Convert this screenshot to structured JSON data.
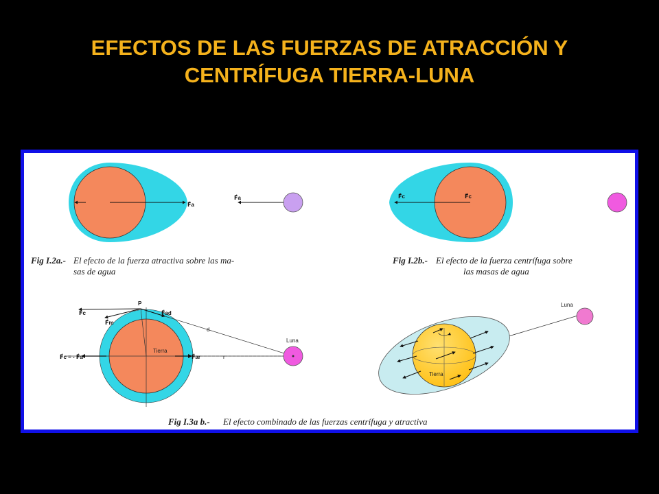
{
  "title": {
    "line1": "EFECTOS DE LAS FUERZAS DE ATRACCIÓN Y",
    "line2": "CENTRÍFUGA TIERRA-LUNA"
  },
  "colors": {
    "title": "#f5b21c",
    "frame": "#1010e8",
    "water": "#33d6e6",
    "earth": "#f4885c",
    "moon_a": "#c9a0f0",
    "moon_b": "#f05ae0",
    "moon_c": "#f07ad0",
    "earth_sphere": "#ffc21a",
    "water_ellipse": "#c8ecf0"
  },
  "fig_2a": {
    "force_label_earth": "F⃗a",
    "force_label_moon": "F⃗a",
    "caption_bold": "Fig I.2a.-",
    "caption_line1": "El efecto de la fuerza atractiva sobre las ma-",
    "caption_line2": "sas de agua"
  },
  "fig_2b": {
    "force_label_left": "F⃗c",
    "force_label_center": "F⃗c",
    "caption_bold": "Fig I.2b.-",
    "caption_line1": "El efecto de la fuerza centrífuga sobre",
    "caption_line2": "las masas de agua"
  },
  "fig_3a": {
    "label_p": "P",
    "label_fc": "F⃗c",
    "label_fm": "F⃗m",
    "label_fad": "F⃗ad",
    "label_fc_eq": "F⃗c = - F⃗a",
    "label_far": "F⃗ar",
    "label_tierra": "Tierra",
    "label_luna": "Luna",
    "label_d": "d",
    "label_r": "r"
  },
  "fig_3b": {
    "label_luna": "Luna",
    "label_tierra": "Tierra"
  },
  "caption_bottom": {
    "bold": "Fig I.3a b.-",
    "text": "El efecto combinado de las fuerzas centrífuga y atractiva"
  }
}
